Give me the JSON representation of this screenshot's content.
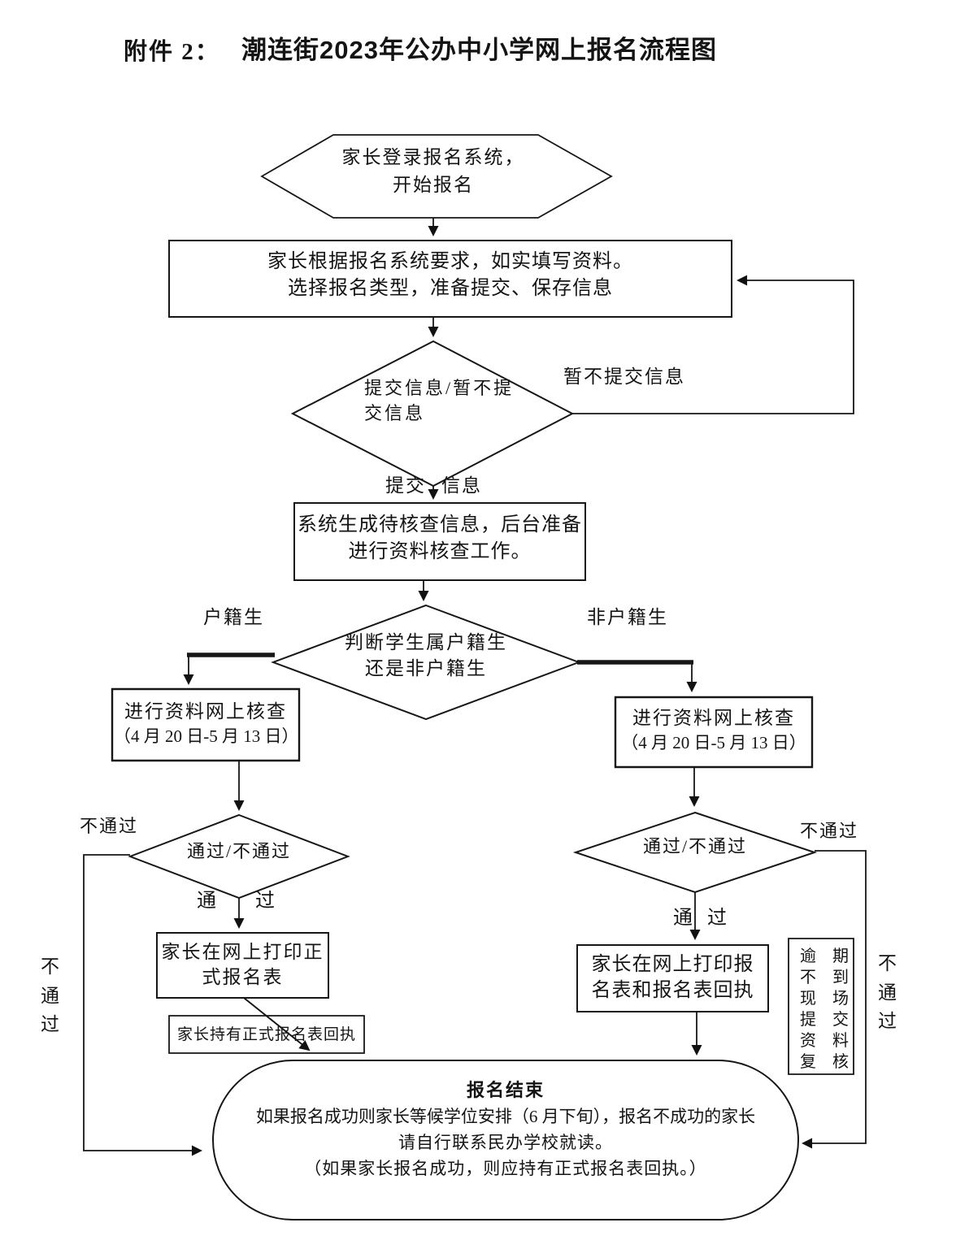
{
  "title": {
    "attachment": "附件 2：",
    "heading": "潮连街2023年公办中小学网上报名流程图"
  },
  "nodes": {
    "start": {
      "line1": "家长登录报名系统，",
      "line2": "开始报名"
    },
    "fill": {
      "line1": "家长根据报名系统要求，如实填写资料。",
      "line2": "选择报名类型，准备提交、保存信息"
    },
    "submit_decision": {
      "line1": "提交信息/暂不提",
      "line2": "交信息"
    },
    "generate": {
      "line1": "系统生成待核查信息，后台准备",
      "line2": "进行资料核查工作。"
    },
    "household_decision": {
      "line1": "判断学生属户籍生",
      "line2": "还是非户籍生"
    },
    "review_left": {
      "line1": "进行资料网上核查",
      "line2": "（4 月 20 日-5 月 13 日）"
    },
    "review_right": {
      "line1": "进行资料网上核查",
      "line2": "（4 月 20 日-5 月 13 日）"
    },
    "pass_decision_left": {
      "label": "通过/不通过"
    },
    "pass_decision_right": {
      "label": "通过/不通过"
    },
    "print_left": {
      "line1": "家长在网上打印正",
      "line2": "式报名表"
    },
    "receipt_left": {
      "label": "家长持有正式报名表回执"
    },
    "print_right": {
      "line1": "家长在网上打印报",
      "line2": "名表和报名表回执"
    },
    "overdue": {
      "rows": [
        "逾期",
        "不到",
        "现场",
        "提交",
        "资料",
        "复核"
      ]
    },
    "end": {
      "title": "报名结束",
      "line1": "如果报名成功则家长等候学位安排（6 月下旬），报名不成功的家长",
      "line2": "请自行联系民办学校就读。",
      "line3": "（如果家长报名成功，则应持有正式报名表回执。）"
    }
  },
  "edges": {
    "not_submit": "暂不提交信息",
    "submit_part1": "提交",
    "submit_part2": "信息",
    "household": "户籍生",
    "non_household": "非户籍生",
    "fail_left": "不通过",
    "fail_right": "不通过",
    "fail_left_vertical": "不通过",
    "fail_right_vertical": "不通过",
    "pass_char1": "通",
    "pass_char2": "过"
  },
  "colors": {
    "line": "#161616",
    "text": "#141414",
    "background": "#ffffff"
  }
}
